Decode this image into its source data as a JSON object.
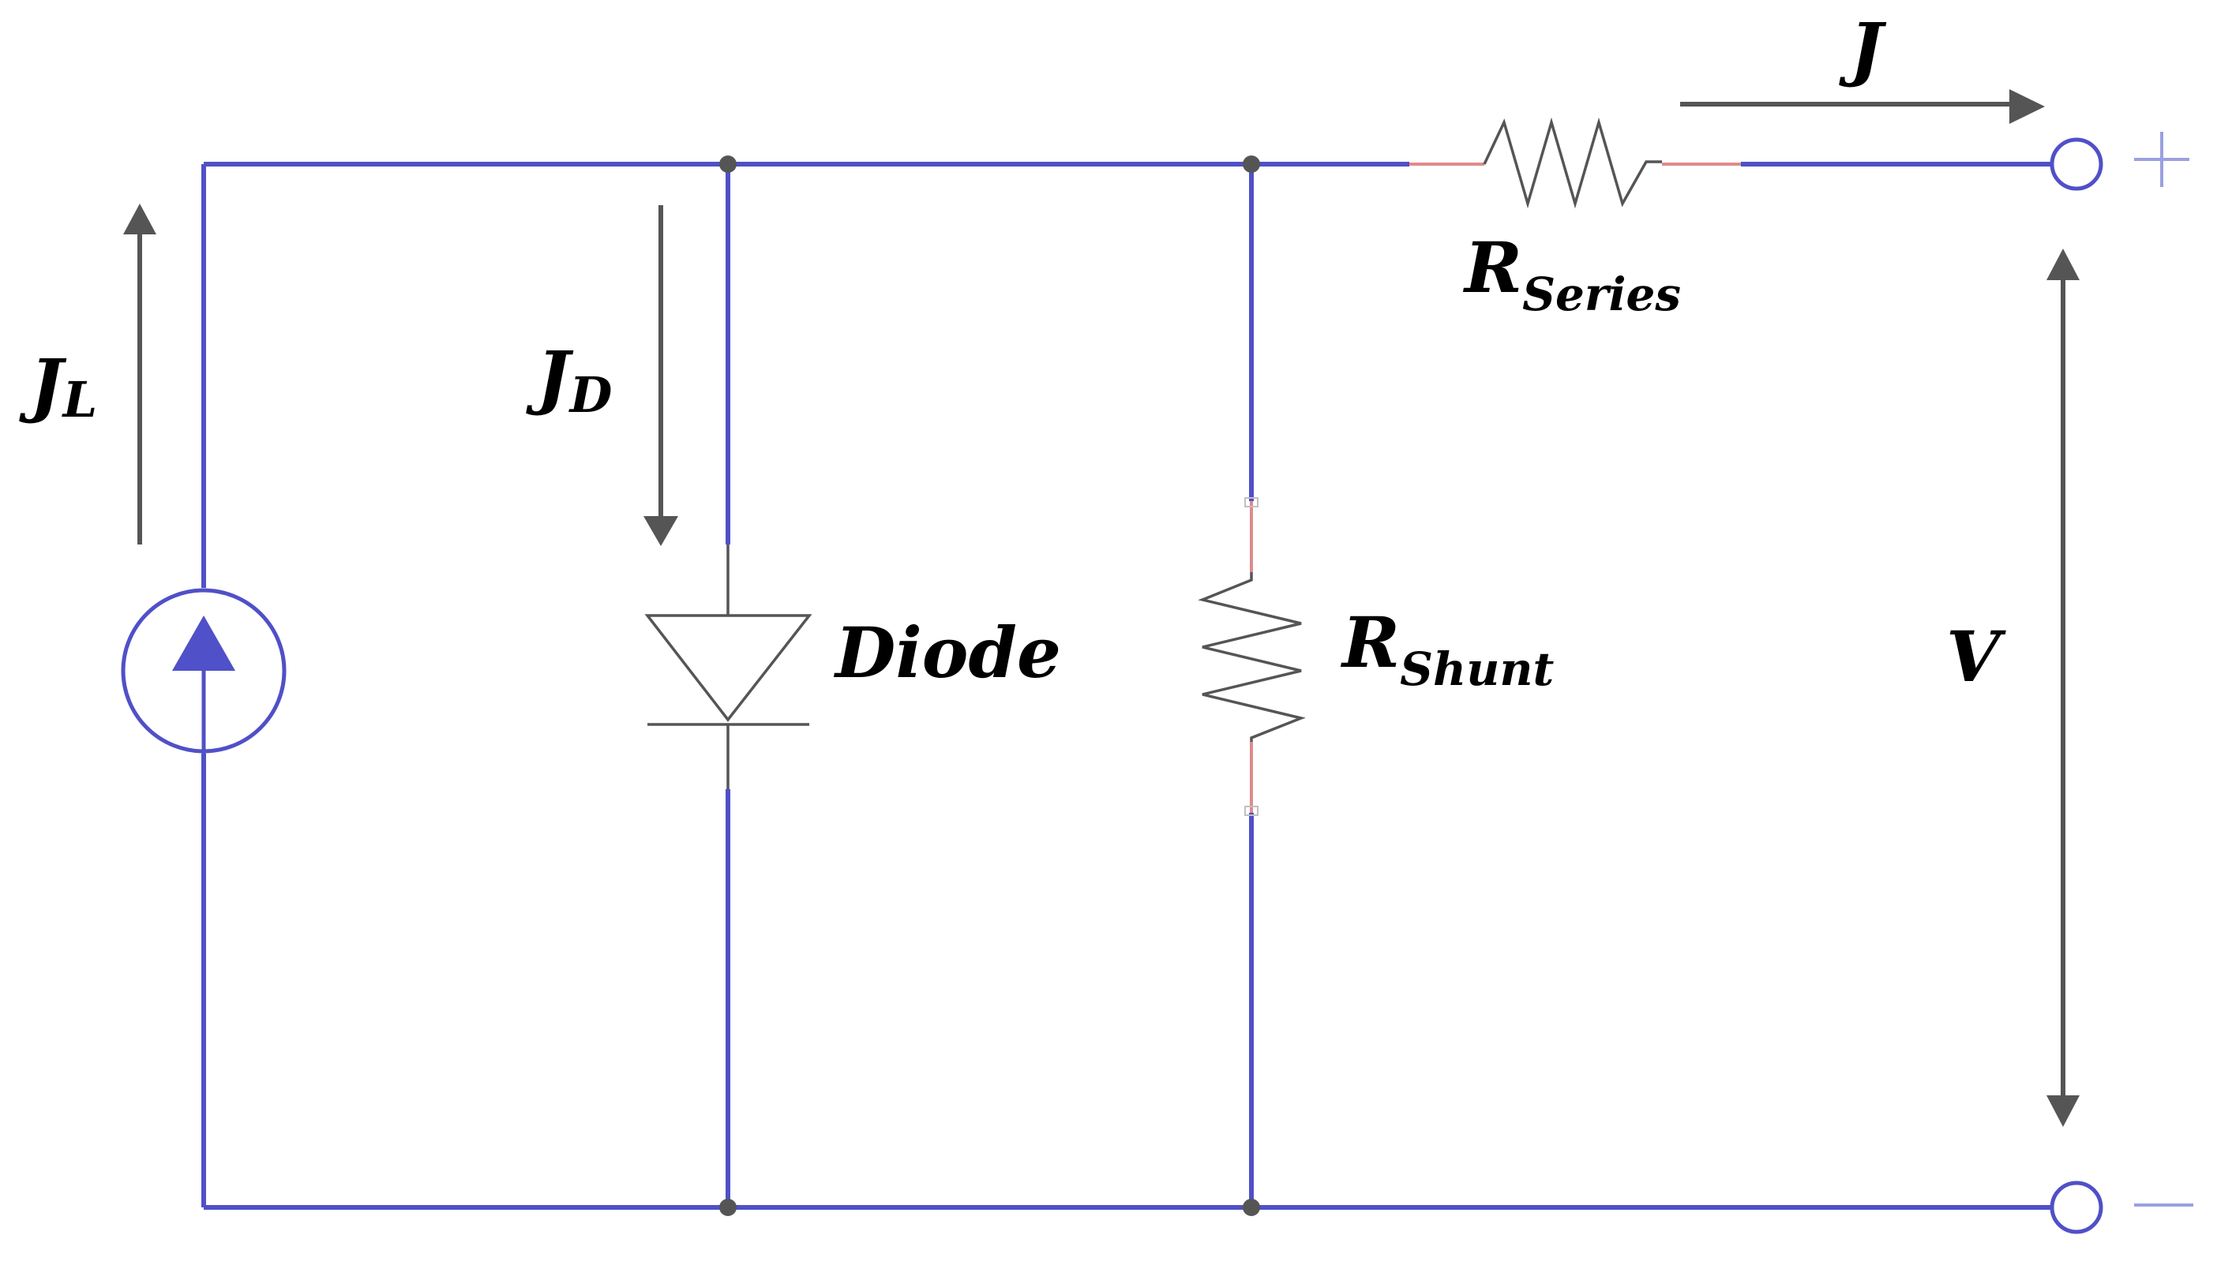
{
  "labels": {
    "jl_main": "J",
    "jl_sub": "L",
    "jd_main": "J",
    "jd_sub": "D",
    "diode": "Diode",
    "rshunt_main": "R",
    "rshunt_sub": "Shunt",
    "rseries_main": "R",
    "rseries_sub": "Series",
    "j": "J",
    "v": "V",
    "plus": "+",
    "minus": "−"
  },
  "colors": {
    "wire": "#5050c8",
    "component": "#555555",
    "lead": "#e08a8a",
    "arrow": "#555555"
  }
}
